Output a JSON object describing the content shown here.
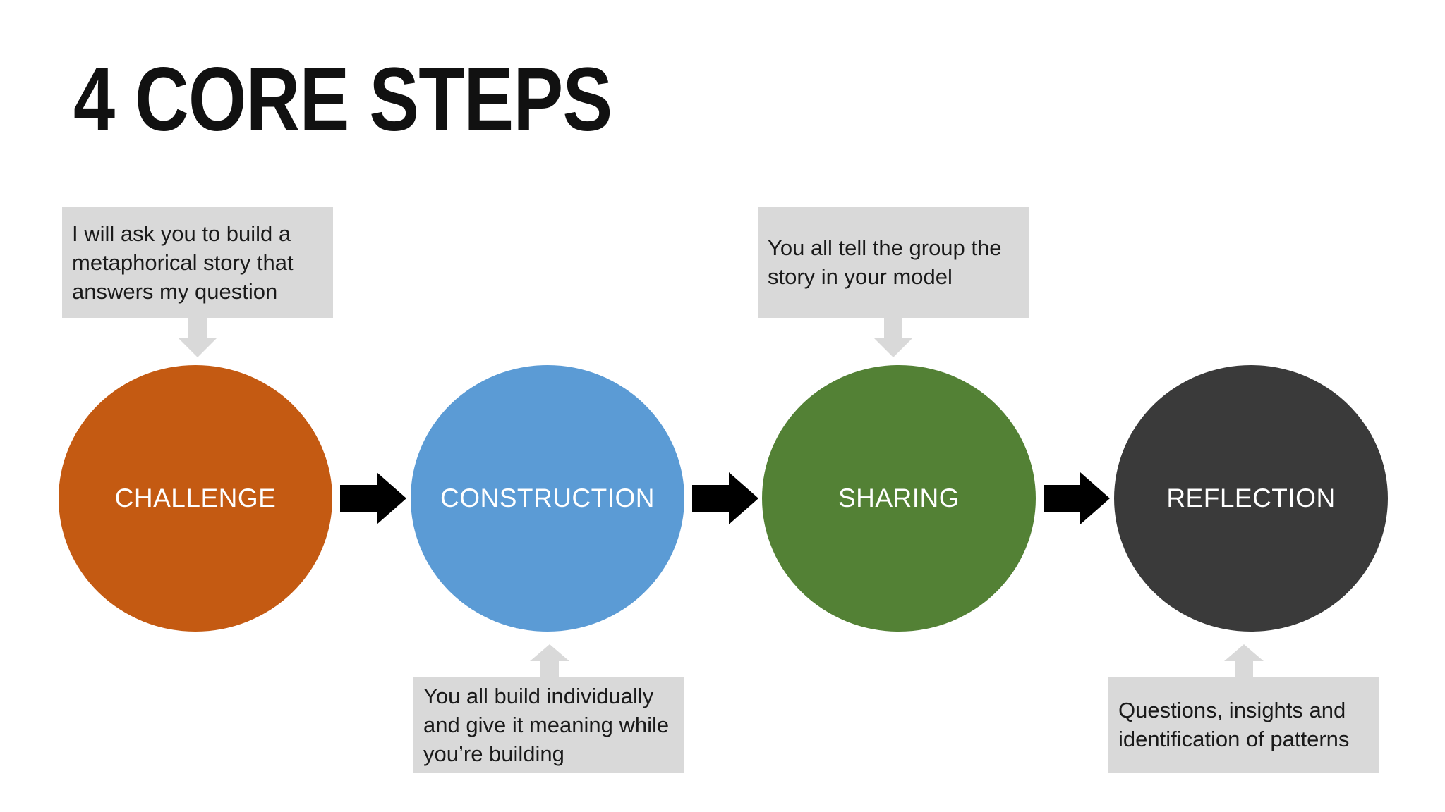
{
  "title": "4 CORE STEPS",
  "colors": {
    "challenge": "#c45a12",
    "construction": "#5b9bd5",
    "sharing": "#538135",
    "reflection": "#3a3a3a",
    "callout_bg": "#d9d9d9",
    "connector": "#d9d9d9",
    "flow_arrow": "#000000"
  },
  "steps": [
    {
      "label": "CHALLENGE"
    },
    {
      "label": "CONSTRUCTION"
    },
    {
      "label": "SHARING"
    },
    {
      "label": "REFLECTION"
    }
  ],
  "callouts": [
    {
      "text": "I will ask you to build a metaphorical story that answers my question"
    },
    {
      "text": "You all build individually and give it meaning while you’re building"
    },
    {
      "text": "You all tell the group the story in your model"
    },
    {
      "text": "Questions, insights and identification of patterns"
    }
  ]
}
